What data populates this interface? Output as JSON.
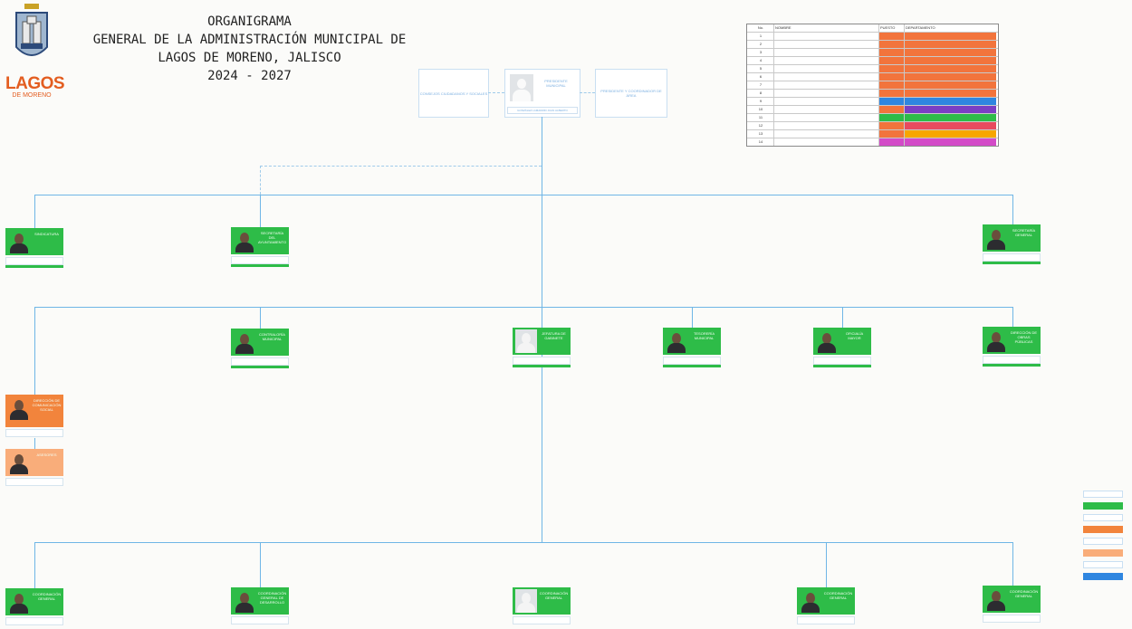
{
  "title": {
    "line1": "ORGANIGRAMA",
    "line2": "GENERAL DE LA ADMINISTRACIÓN MUNICIPAL DE",
    "line3": "LAGOS DE MORENO, JALISCO",
    "line4": "2024 - 2027"
  },
  "logo": {
    "word": "LAGOS",
    "sub": "DE MORENO"
  },
  "colors": {
    "accent_green": "#2ebc48",
    "orange": "#f2843c",
    "peach": "#f9ad7a",
    "line_blue": "#6fb6e6",
    "logo_orange": "#e35d20"
  },
  "top": {
    "left_box": "CONSEJOS CIUDADANOS Y SOCIALES",
    "center_title": "PRESIDENTE MUNICIPAL",
    "center_name": "GONZÁLEZ LAMADRID JUAN ALBERTO",
    "right_box": "PRESIDENTE Y COORDINADOR DE ÁREA"
  },
  "nodes": {
    "r1a": {
      "title": "SINDICATURA",
      "name": ""
    },
    "r1b": {
      "title": "SECRETARÍA DEL AYUNTAMIENTO",
      "name": ""
    },
    "r1c": {
      "title": "SECRETARÍA GENERAL",
      "name": ""
    },
    "r2a": {
      "title": "CONTRALORÍA MUNICIPAL",
      "name": ""
    },
    "r2b": {
      "title": "JEFATURA DE GABINETE",
      "name": ""
    },
    "r2c": {
      "title": "TESORERÍA MUNICIPAL",
      "name": ""
    },
    "r2d": {
      "title": "OFICIALÍA MAYOR",
      "name": ""
    },
    "r2e": {
      "title": "DIRECCIÓN DE OBRAS PÚBLICAS",
      "name": ""
    },
    "o1": {
      "title": "DIRECCIÓN DE COMUNICACIÓN SOCIAL",
      "name": ""
    },
    "o2": {
      "title": "ASESORES",
      "name": ""
    },
    "b1": {
      "title": "COORDINACIÓN GENERAL",
      "name": ""
    },
    "b2": {
      "title": "COORDINACIÓN GENERAL DE DESARROLLO",
      "name": ""
    },
    "b3": {
      "title": "COORDINACIÓN GENERAL",
      "name": ""
    },
    "b4": {
      "title": "COORDINACIÓN GENERAL",
      "name": ""
    },
    "b5": {
      "title": "COORDINACIÓN GENERAL",
      "name": ""
    }
  },
  "table": {
    "headers": [
      "No.",
      "NOMBRE",
      "PUESTO",
      "DEPARTAMENTO"
    ],
    "rows": [
      {
        "no": "1",
        "name": "",
        "puesto": "",
        "depto": "",
        "pcolor": "#f2743c",
        "dcolor": "#f2743c"
      },
      {
        "no": "2",
        "name": "",
        "puesto": "",
        "depto": "",
        "pcolor": "#f2743c",
        "dcolor": "#f2743c"
      },
      {
        "no": "3",
        "name": "",
        "puesto": "",
        "depto": "",
        "pcolor": "#f2743c",
        "dcolor": "#f2743c"
      },
      {
        "no": "4",
        "name": "",
        "puesto": "",
        "depto": "",
        "pcolor": "#f2743c",
        "dcolor": "#f2743c"
      },
      {
        "no": "5",
        "name": "",
        "puesto": "",
        "depto": "",
        "pcolor": "#f2743c",
        "dcolor": "#f2743c"
      },
      {
        "no": "6",
        "name": "",
        "puesto": "",
        "depto": "",
        "pcolor": "#f2743c",
        "dcolor": "#f2743c"
      },
      {
        "no": "7",
        "name": "",
        "puesto": "",
        "depto": "",
        "pcolor": "#f2743c",
        "dcolor": "#f2743c"
      },
      {
        "no": "8",
        "name": "",
        "puesto": "",
        "depto": "",
        "pcolor": "#f2743c",
        "dcolor": "#f2743c"
      },
      {
        "no": "9",
        "name": "",
        "puesto": "",
        "depto": "",
        "pcolor": "#2f86e0",
        "dcolor": "#2f86e0"
      },
      {
        "no": "10",
        "name": "",
        "puesto": "",
        "depto": "",
        "pcolor": "#f2743c",
        "dcolor": "#7b3fc4"
      },
      {
        "no": "11",
        "name": "",
        "puesto": "",
        "depto": "",
        "pcolor": "#2ebc48",
        "dcolor": "#2ebc48"
      },
      {
        "no": "12",
        "name": "",
        "puesto": "",
        "depto": "",
        "pcolor": "#f2743c",
        "dcolor": "#e84a5f"
      },
      {
        "no": "13",
        "name": "",
        "puesto": "",
        "depto": "",
        "pcolor": "#f2743c",
        "dcolor": "#f7a600"
      },
      {
        "no": "14",
        "name": "",
        "puesto": "",
        "depto": "",
        "pcolor": "#d34bc8",
        "dcolor": "#d34bc8"
      }
    ]
  },
  "legend": [
    {
      "label": "",
      "color": "#ffffff"
    },
    {
      "label": "",
      "color": "#2ebc48"
    },
    {
      "label": "",
      "color": "#ffffff"
    },
    {
      "label": "",
      "color": "#f2843c"
    },
    {
      "label": "",
      "color": "#ffffff"
    },
    {
      "label": "",
      "color": "#f9ad7a"
    },
    {
      "label": "",
      "color": "#ffffff"
    },
    {
      "label": "",
      "color": "#2f86e0"
    }
  ]
}
